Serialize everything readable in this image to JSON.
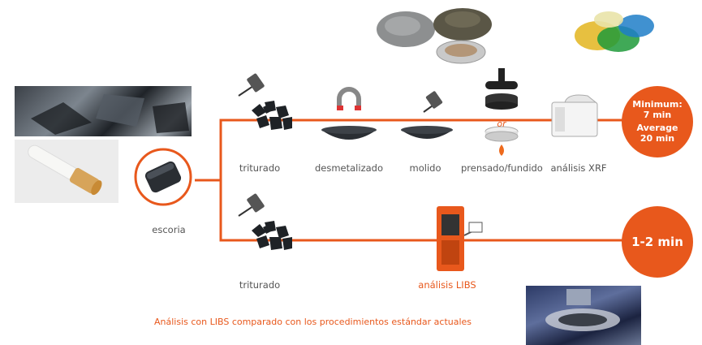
{
  "labels": {
    "escoria": "escoria",
    "triturado_top": "triturado",
    "desmetalizado": "desmetalizado",
    "molido": "molido",
    "prensado": "prensado/fundido",
    "or": "or",
    "analisis_xrf": "análisis XRF",
    "triturado_bottom": "triturado",
    "analisis_libs": "análisis LIBS"
  },
  "badges": {
    "xrf_line1": "Minimum:",
    "xrf_line2": "7 min",
    "xrf_line3": "Average",
    "xrf_line4": "20 min",
    "libs": "1-2 min"
  },
  "caption": "Análisis con LIBS comparado con los procedimientos estándar  actuales",
  "colors": {
    "accent": "#e8581c",
    "label": "#555555"
  }
}
